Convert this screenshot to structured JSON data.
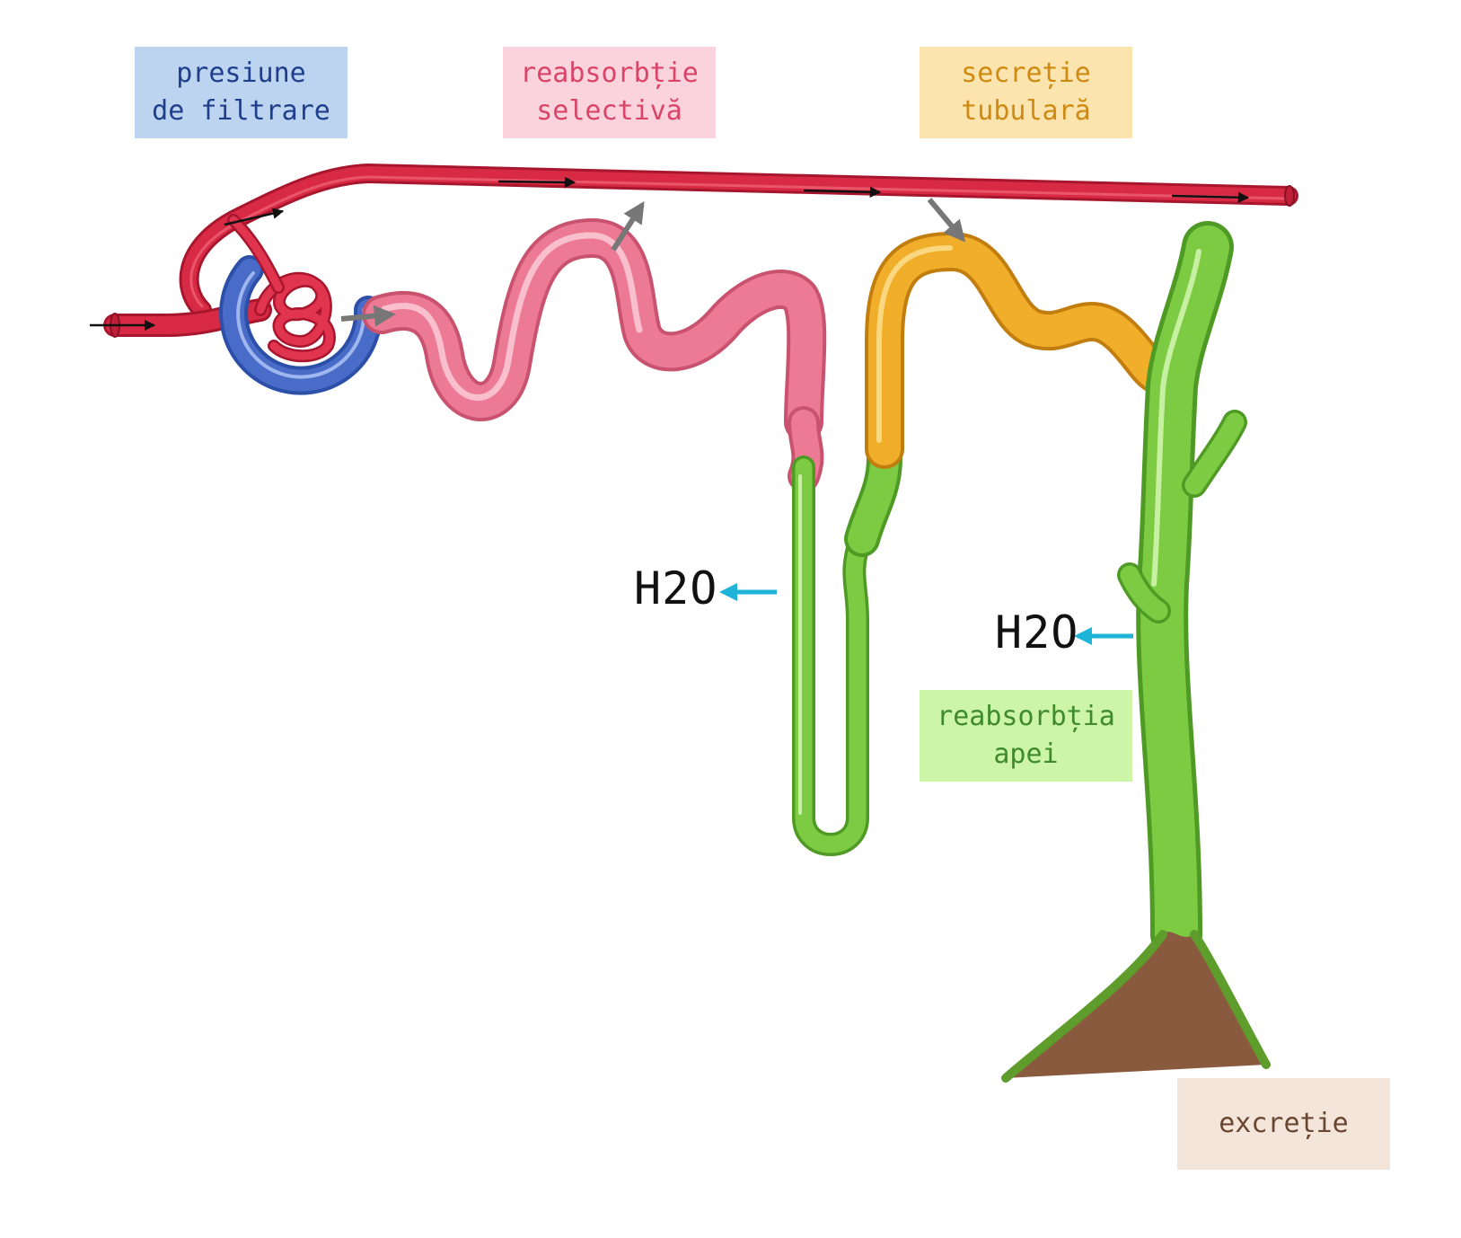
{
  "labels": {
    "filtration_pressure": "presiune\nde filtrare",
    "selective_reabsorption": "reabsorbție\nselectivă",
    "tubular_secretion": "secreție\ntubulară",
    "water_reabsorption": "reabsorbția\napei",
    "excretion": "excreție"
  },
  "water_labels": [
    "H2O",
    "H2O"
  ],
  "colors": {
    "filtration": "#bcd4ef",
    "selective_reabsorption": "#fbd3dd",
    "tubular_secretion": "#fbe4ad",
    "water_reabsorption": "#cdf5a7",
    "excretion": "#f3e5d9",
    "blood_vessel": "#d92a45",
    "capsule": "#4a6cc9",
    "proximal_tubule": "#ec7a95",
    "distal_tubule": "#f1ae2a",
    "collecting_duct": "#77c63d",
    "renal_pelvis": "#8a5a3e",
    "water_arrow": "#1fb3d8",
    "transfer_arrow": "#777777"
  }
}
